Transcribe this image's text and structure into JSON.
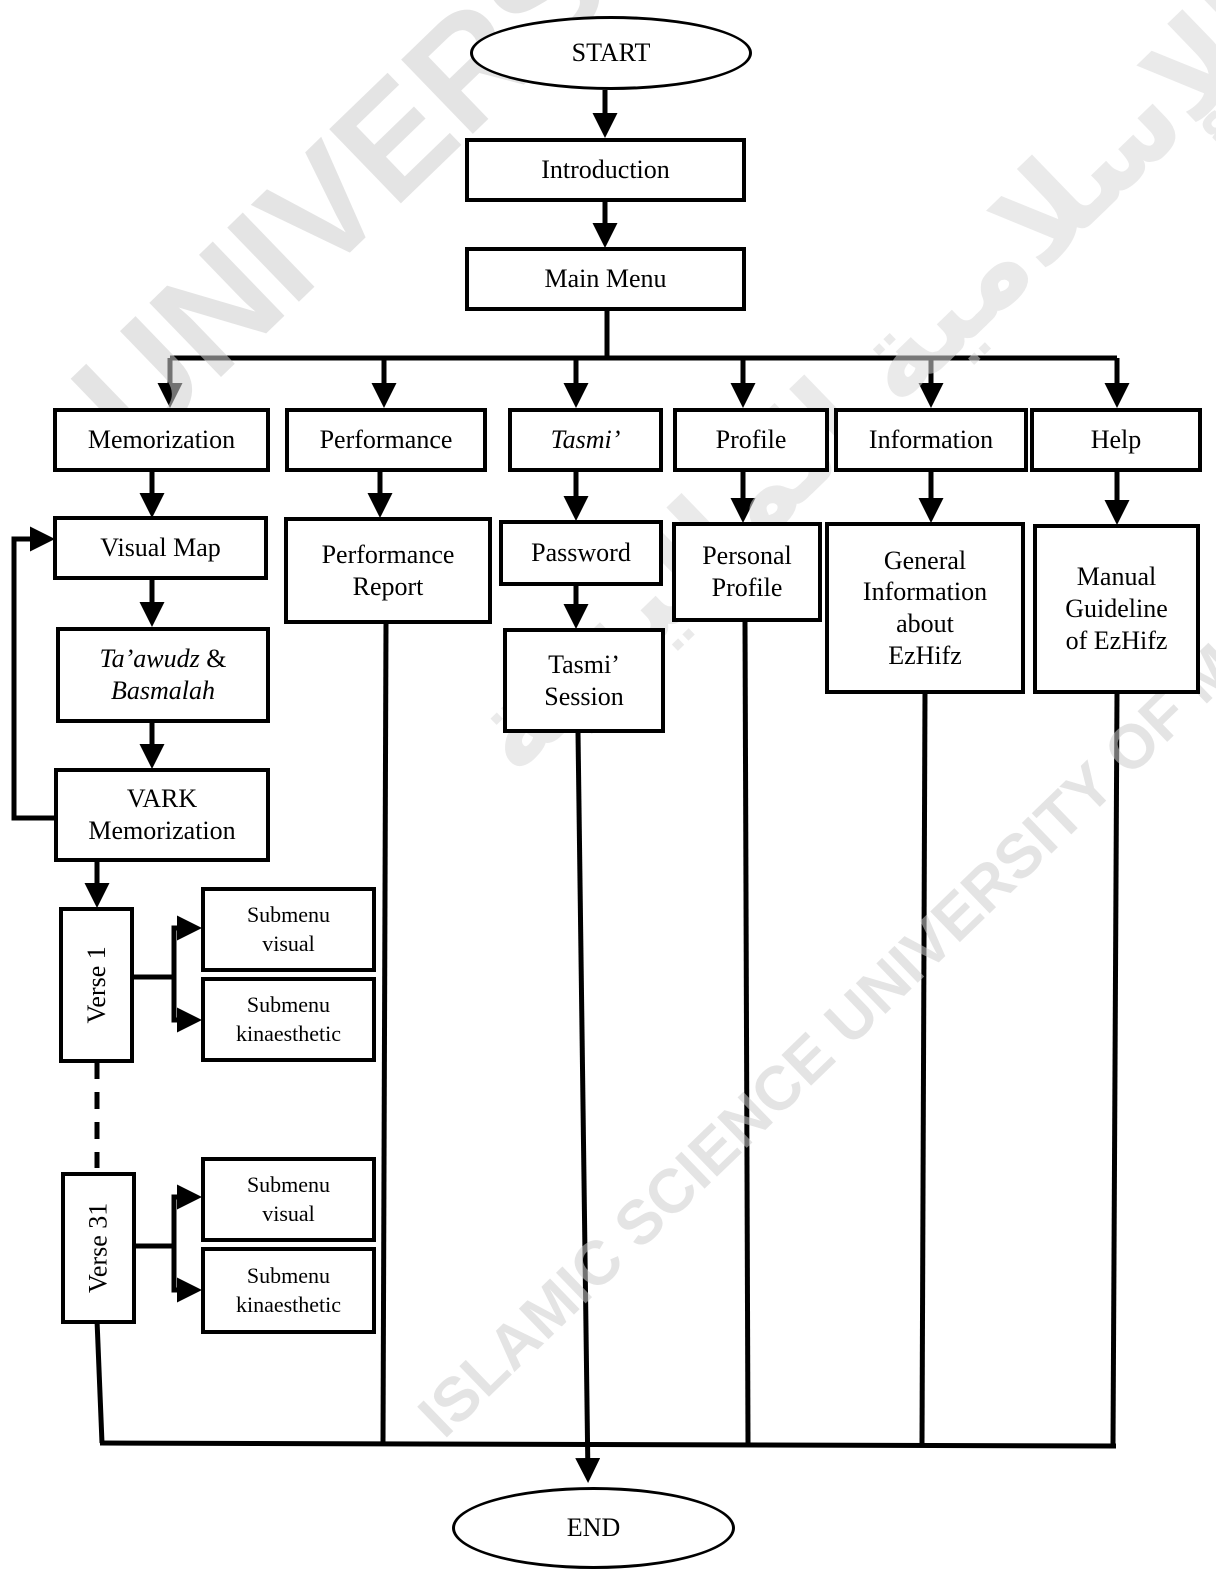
{
  "nodes": {
    "start": "START",
    "introduction": "Introduction",
    "main_menu": "Main Menu",
    "memorization": "Memorization",
    "performance": "Performance",
    "tasmi": "Tasmi’",
    "profile": "Profile",
    "information": "Information",
    "help": "Help",
    "visual_map": "Visual Map",
    "taawudz_1": "Ta’awudz",
    "taawudz_amp": " & ",
    "taawudz_2": "Basmalah",
    "vark_1": "VARK",
    "vark_2": "Memorization",
    "perf_report_1": "Performance",
    "perf_report_2": "Report",
    "password": "Password",
    "tasmi_session_1": "Tasmi’",
    "tasmi_session_2": "Session",
    "personal_profile_1": "Personal",
    "personal_profile_2": "Profile",
    "general_info_1": "General",
    "general_info_2": "Information",
    "general_info_3": "about",
    "general_info_4": "EzHifz",
    "manual_1": "Manual",
    "manual_2": "Guideline",
    "manual_3": "of EzHifz",
    "verse_1": "Verse 1",
    "verse_31": "Verse 31",
    "submenu": "Submenu",
    "visual": "visual",
    "kinaesthetic": "kinaesthetic",
    "end": "END"
  },
  "watermark": {
    "line1": "UNIVERSITI SAINS ISLAM MALAYSIA",
    "line2": "ISLAMIC SCIENCE UNIVERSITY OF MALAYSIA",
    "arabic": "جامعة العلوم الإسلامية الماليزية"
  }
}
